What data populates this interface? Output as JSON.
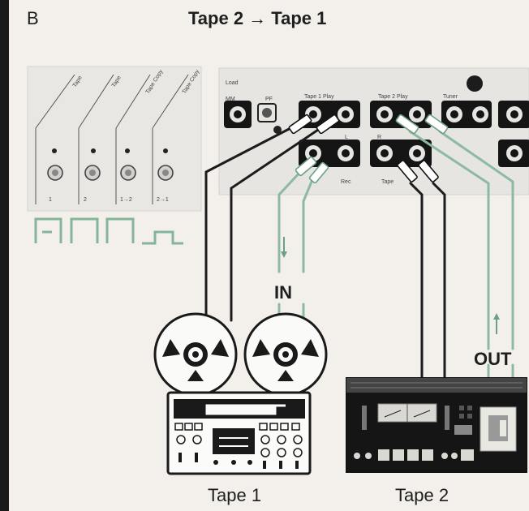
{
  "section_letter": "B",
  "title": "Tape 2 → Tape 1",
  "switch_panel": {
    "switch_labels": [
      "Tape",
      "Tape",
      "Tape Copy",
      "Tape Copy"
    ],
    "position_numbers": [
      "1",
      "2",
      "1→2",
      "2→1"
    ]
  },
  "receiver_panel": {
    "top_labels": [
      "Tape 1 Play",
      "Tape 2 Play",
      "Tuner"
    ],
    "misc_labels": [
      "Load",
      "MM",
      "PF",
      "Rec",
      "Tape",
      "R",
      "L"
    ]
  },
  "in_label": "IN",
  "out_label": "OUT",
  "device_labels": [
    "Tape 1",
    "Tape 2"
  ],
  "colors": {
    "cable_green": "#8cbaa0",
    "cable_black": "#1c1c1c",
    "panel": "#e6e5e2"
  }
}
